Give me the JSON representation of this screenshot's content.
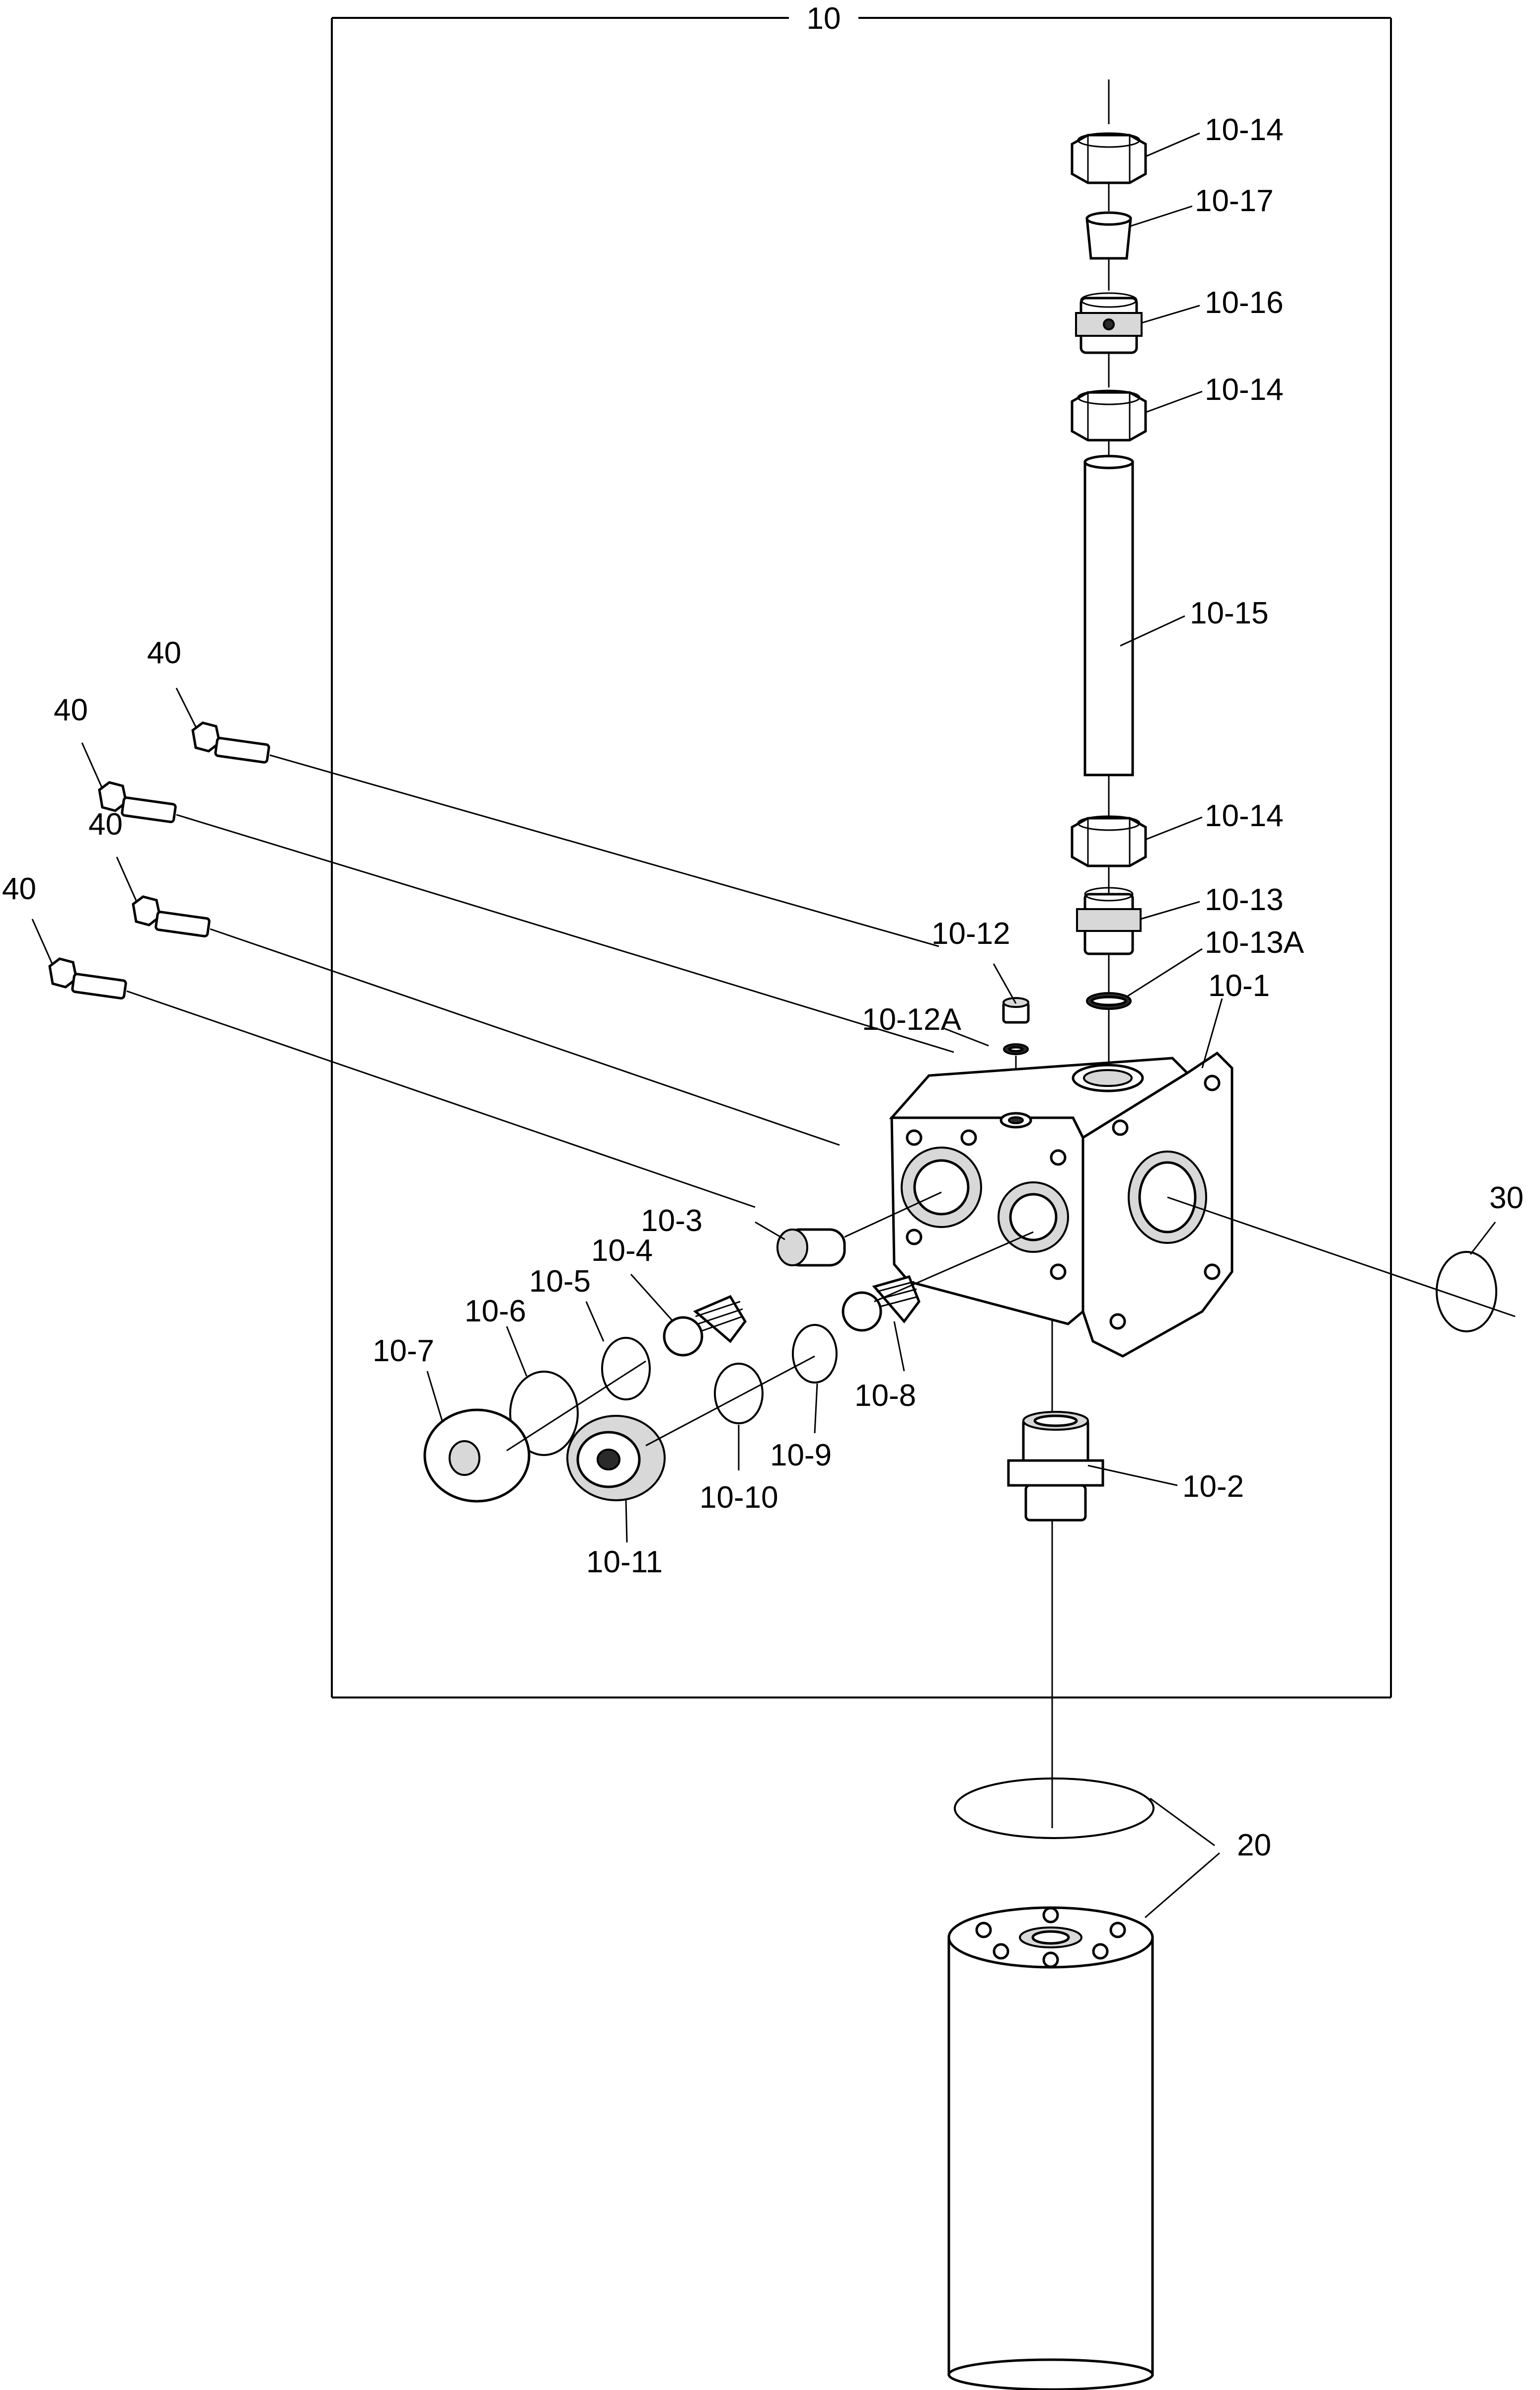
{
  "assembly": {
    "label": "10"
  },
  "callouts": {
    "c10_14_top": "10-14",
    "c10_17": "10-17",
    "c10_16": "10-16",
    "c10_14_mid": "10-14",
    "c10_15": "10-15",
    "c10_14_low": "10-14",
    "c10_13": "10-13",
    "c10_13A": "10-13A",
    "c10_12": "10-12",
    "c10_12A": "10-12A",
    "c10_1": "10-1",
    "c10_2": "10-2",
    "c10_3": "10-3",
    "c10_4": "10-4",
    "c10_5": "10-5",
    "c10_6": "10-6",
    "c10_7": "10-7",
    "c10_8": "10-8",
    "c10_9": "10-9",
    "c10_10": "10-10",
    "c10_11": "10-11",
    "c20": "20",
    "c30": "30",
    "c40_a": "40",
    "c40_b": "40",
    "c40_c": "40",
    "c40_d": "40"
  }
}
